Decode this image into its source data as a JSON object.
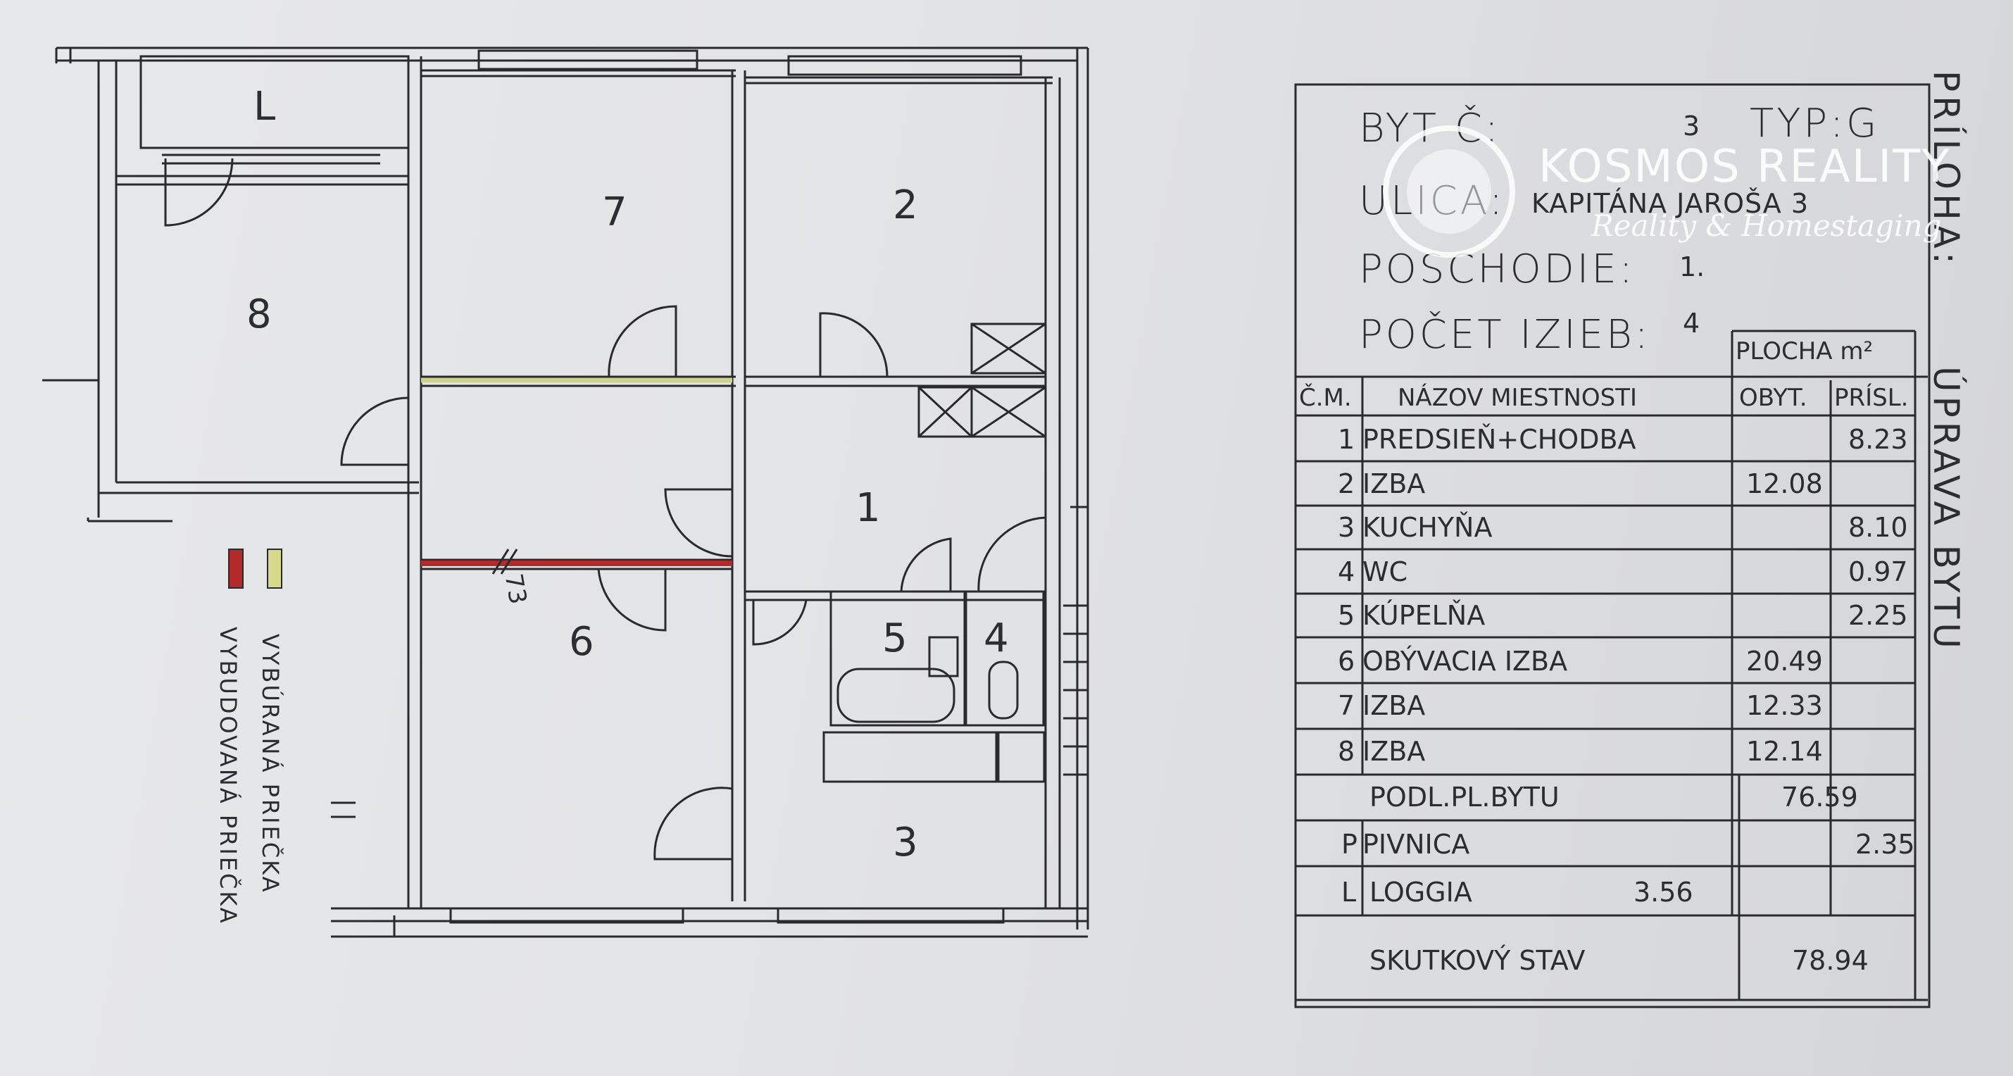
{
  "rooms": {
    "r1": "1",
    "r2": "2",
    "r3": "3",
    "r4": "4",
    "r5": "5",
    "r6": "6",
    "r7": "7",
    "r8": "8",
    "loggia": "L"
  },
  "legend": {
    "demolished_label": "VYBÚRANÁ PRIEČKA",
    "built_label": "VYBUDOVANÁ PRIEČKA",
    "demolished_color": "#b22a2a",
    "built_color": "#d7d98a"
  },
  "door_mark": "73",
  "header": {
    "byt_label": "BYT Č:",
    "byt_value": "3",
    "typ_label": "TYP:G",
    "ulica_label": "ULICA:",
    "ulica_value": "KAPITÁNA JAROŠA 3",
    "poschodie_label": "POSCHODIE:",
    "poschodie_value": "1.",
    "pocet_label": "POČET IZIEB:",
    "pocet_value": "4"
  },
  "table": {
    "plocha_label": "PLOCHA m²",
    "col_cm": "Č.M.",
    "col_name": "NÁZOV MIESTNOSTI",
    "col_obyt": "OBYT.",
    "col_prisl": "PRÍSL.",
    "rows": [
      {
        "n": "1",
        "name": "PREDSIEŇ+CHODBA",
        "obyt": "",
        "prisl": "8.23"
      },
      {
        "n": "2",
        "name": "IZBA",
        "obyt": "12.08",
        "prisl": ""
      },
      {
        "n": "3",
        "name": "KUCHYŇA",
        "obyt": "",
        "prisl": "8.10"
      },
      {
        "n": "4",
        "name": "WC",
        "obyt": "",
        "prisl": "0.97"
      },
      {
        "n": "5",
        "name": "KÚPELŇA",
        "obyt": "",
        "prisl": "2.25"
      },
      {
        "n": "6",
        "name": "OBÝVACIA IZBA",
        "obyt": "20.49",
        "prisl": ""
      },
      {
        "n": "7",
        "name": "IZBA",
        "obyt": "12.33",
        "prisl": ""
      },
      {
        "n": "8",
        "name": "IZBA",
        "obyt": "12.14",
        "prisl": ""
      }
    ],
    "podl_label": "PODL.PL.BYTU",
    "podl_value": "76.59",
    "pivnica_n": "P",
    "pivnica_label": "PIVNICA",
    "pivnica_value": "2.35",
    "loggia_n": "L",
    "loggia_label": "LOGGIA",
    "loggia_value": "3.56",
    "skutkovy_label": "SKUTKOVÝ STAV",
    "skutkovy_value": "78.94"
  },
  "side_text": {
    "priloha": "PRÍLOHA:",
    "uprava": "ÚPRAVA BYTU"
  },
  "watermark": {
    "brand": "KOSMOS REALITY",
    "tagline": "Reality & Homestaging"
  }
}
